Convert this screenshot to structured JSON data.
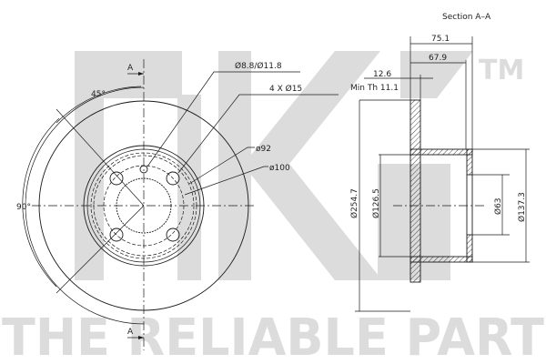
{
  "watermark": {
    "logo": "NK",
    "trademark": "TM",
    "slogan": "THE RELIABLE PART",
    "color": "#dcdcdc"
  },
  "front_view": {
    "section_marker_top": "A",
    "section_marker_bottom": "A",
    "angle_45": "45°",
    "angle_90": "90°",
    "hole_label": "Ø8.8/Ø11.8",
    "bolt_holes_label": "4 X Ø15",
    "pcd_92": "ø92",
    "pcd_100": "ø100"
  },
  "section_view": {
    "title": "Section A–A",
    "overall_height": "75.1",
    "hat_height": "67.9",
    "thickness": "12.6",
    "min_thickness": "Min Th  11.1",
    "outer_diameter": "Ø254.7",
    "inner_diameter": "Ø126.5",
    "center_bore": "Ø63",
    "hat_diameter": "Ø137.3"
  }
}
